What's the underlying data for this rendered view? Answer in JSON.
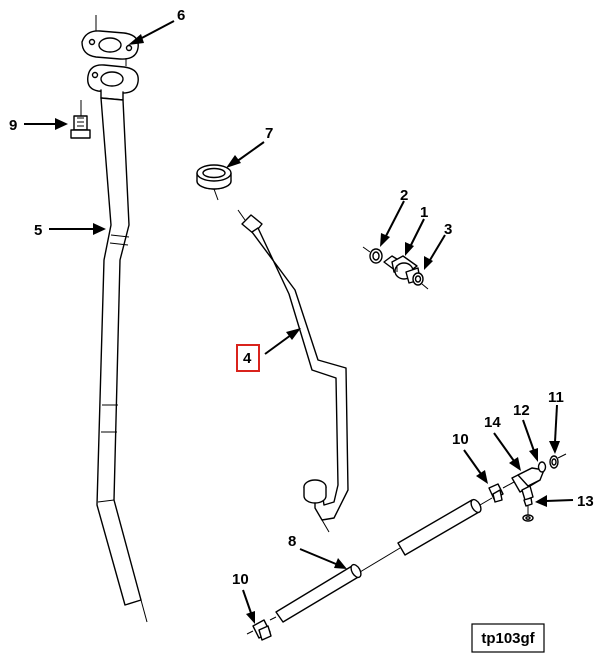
{
  "diagram": {
    "reference_code": "tp103gf",
    "highlighted_callout": "4",
    "callouts": {
      "c1": "1",
      "c2": "2",
      "c3": "3",
      "c4": "4",
      "c5": "5",
      "c6": "6",
      "c7": "7",
      "c8": "8",
      "c9": "9",
      "c10a": "10",
      "c10b": "10",
      "c11": "11",
      "c12": "12",
      "c13": "13",
      "c14": "14"
    },
    "colors": {
      "highlight": "#d9231c",
      "line": "#000000",
      "background": "#ffffff"
    }
  }
}
